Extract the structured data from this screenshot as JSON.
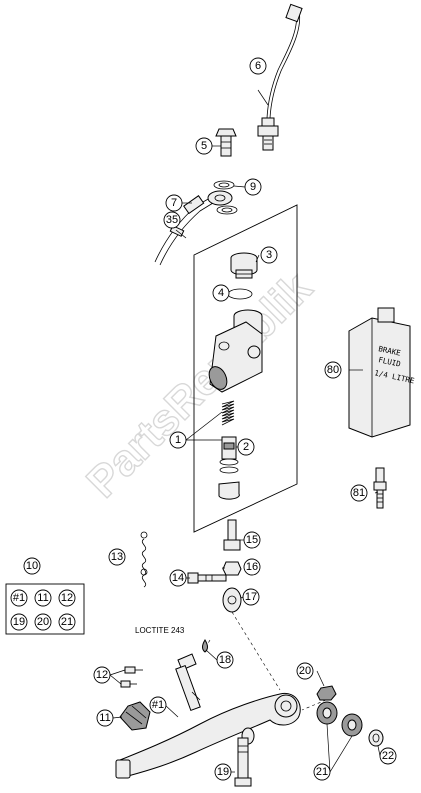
{
  "watermark": "PartsRepublik",
  "note": "LOCTITE 243",
  "fluid_can": [
    "BRAKE",
    "FLUID",
    "1/4 LITRE"
  ],
  "callouts": {
    "c6": "6",
    "c5": "5",
    "c9": "9",
    "c7": "7",
    "c3": "3",
    "c4": "4",
    "c35": "35",
    "c80": "80",
    "c1": "1",
    "c2": "2",
    "c81": "81",
    "c10": "10",
    "c13": "13",
    "c15": "15",
    "c14": "14",
    "c16": "16",
    "c17": "17",
    "c18": "18",
    "c12": "12",
    "c20": "20",
    "c11": "11",
    "ch1": "#1",
    "c19": "19",
    "c21": "21",
    "c22": "22"
  },
  "kit_grid": [
    "#1",
    "11",
    "12",
    "19",
    "20",
    "21"
  ]
}
